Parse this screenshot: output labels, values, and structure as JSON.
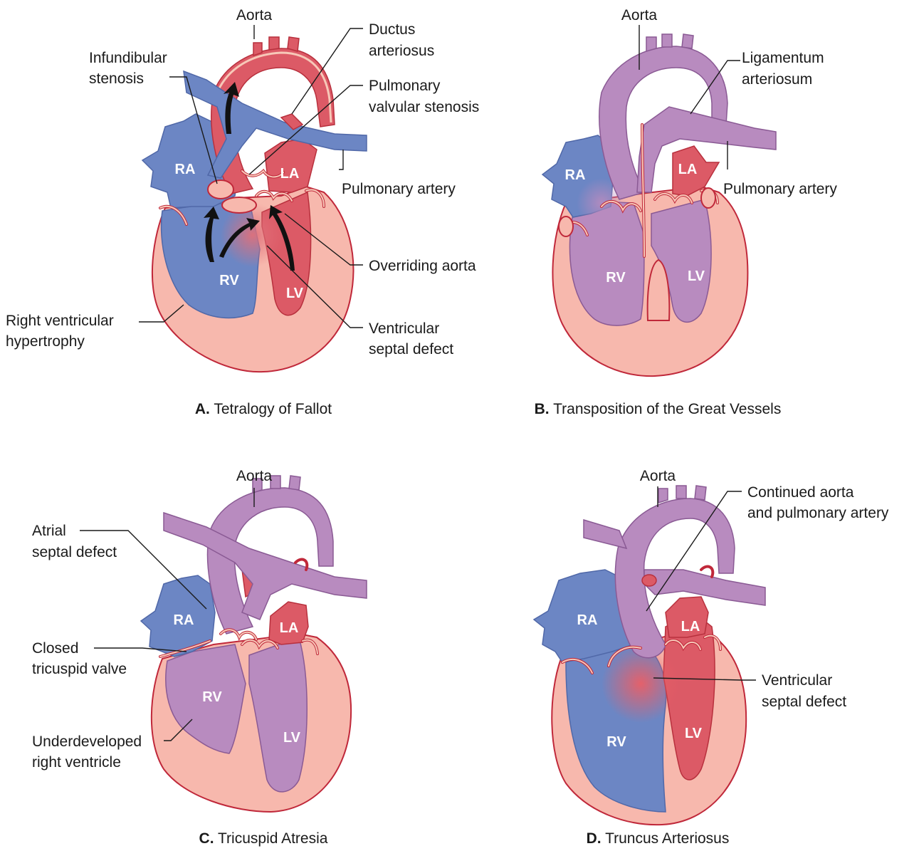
{
  "panels": [
    {
      "letter": "A.",
      "caption": "Tetralogy of Fallot",
      "chambers": {
        "ra": "RA",
        "la": "LA",
        "rv": "RV",
        "lv": "LV"
      },
      "labels": {
        "aorta": "Aorta",
        "ductus_1": "Ductus",
        "ductus_2": "arteriosus",
        "infund_1": "Infundibular",
        "infund_2": "stenosis",
        "pvs_1": "Pulmonary",
        "pvs_2": "valvular stenosis",
        "pulm_artery": "Pulmonary artery",
        "overriding": "Overriding aorta",
        "rvh_1": "Right ventricular",
        "rvh_2": "hypertrophy",
        "vsd_1": "Ventricular",
        "vsd_2": "septal defect"
      }
    },
    {
      "letter": "B.",
      "caption": "Transposition of the Great Vessels",
      "chambers": {
        "ra": "RA",
        "la": "LA",
        "rv": "RV",
        "lv": "LV"
      },
      "labels": {
        "aorta": "Aorta",
        "lig_1": "Ligamentum",
        "lig_2": "arteriosum",
        "pulm_artery": "Pulmonary artery"
      }
    },
    {
      "letter": "C.",
      "caption": "Tricuspid Atresia",
      "chambers": {
        "ra": "RA",
        "la": "LA",
        "rv": "RV",
        "lv": "LV"
      },
      "labels": {
        "aorta": "Aorta",
        "asd_1": "Atrial",
        "asd_2": "septal defect",
        "ctv_1": "Closed",
        "ctv_2": "tricuspid valve",
        "urv_1": "Underdeveloped",
        "urv_2": "right ventricle"
      }
    },
    {
      "letter": "D.",
      "caption": "Truncus Arteriosus",
      "chambers": {
        "ra": "RA",
        "la": "LA",
        "rv": "RV",
        "lv": "LV"
      },
      "labels": {
        "aorta": "Aorta",
        "cont_1": "Continued aorta",
        "cont_2": "and pulmonary artery",
        "vsd_1": "Ventricular",
        "vsd_2": "septal defect"
      }
    }
  ],
  "colors": {
    "deoxygenated": "#6c86c4",
    "oxygenated": "#dc5a66",
    "mixed": "#b88bbf",
    "myocardium": "#f7b8ad",
    "outline": "#c0283a"
  }
}
